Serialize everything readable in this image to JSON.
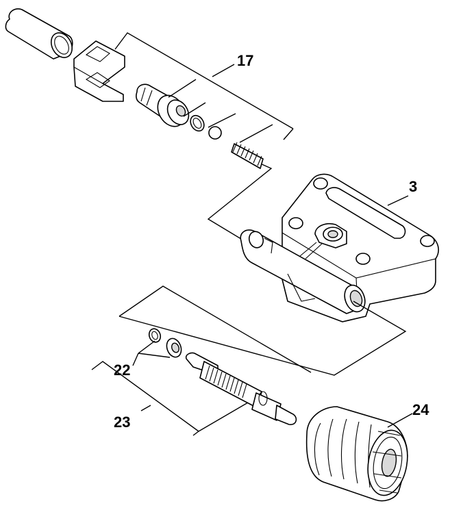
{
  "callouts": {
    "c17": "17",
    "c3": "3",
    "c22": "22",
    "c23": "23",
    "c24": "24"
  },
  "colors": {
    "line": "#000000",
    "background": "#ffffff",
    "shade": "#d9d9d9"
  }
}
